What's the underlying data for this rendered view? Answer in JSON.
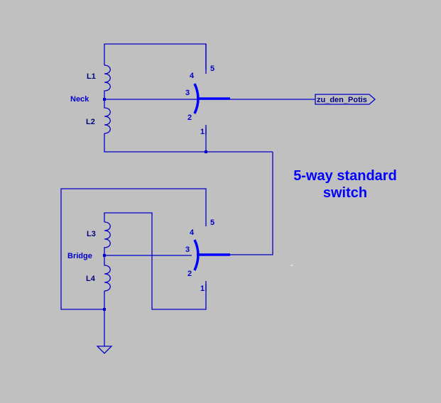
{
  "colors": {
    "background": "#c0c0c0",
    "wire": "#0000c8",
    "label_dark": "#000080",
    "title": "#0000ff"
  },
  "title": {
    "line1": "5-way standard",
    "line2": "switch"
  },
  "port": {
    "label": "zu_den_Potis"
  },
  "pickups": {
    "neck": {
      "label": "Neck",
      "coil_top": "L1",
      "coil_bottom": "L2"
    },
    "bridge": {
      "label": "Bridge",
      "coil_top": "L3",
      "coil_bottom": "L4"
    }
  },
  "switches": {
    "upper": {
      "pins": [
        "5",
        "4",
        "3",
        "2",
        "1"
      ]
    },
    "lower": {
      "pins": [
        "5",
        "4",
        "3",
        "2",
        "1"
      ]
    }
  },
  "stray_mark": "-"
}
